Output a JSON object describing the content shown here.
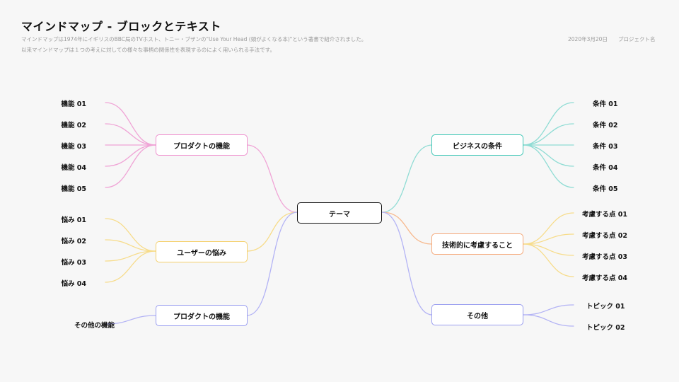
{
  "header": {
    "title": "マインドマップ - ブロックとテキスト",
    "desc1": "マインドマップは1974年にイギリスのBBC局のTVホスト、トニー・ブザンの\"Use Your Head (頭がよくなる本)\"という著書で紹介されました。",
    "desc2": "以来マインドマップは１つの考えに対しての様々な事柄の関係性を表現するのによく用いられる手法です。",
    "date": "2020年3月20日",
    "project": "プロジェクト名"
  },
  "center": {
    "label": "テーマ"
  },
  "colors": {
    "pink": "#f0a4d6",
    "yellow": "#f7dc8a",
    "lavender": "#b3b3f5",
    "teal": "#8fdcd4",
    "orange": "#f7b98e",
    "pink_border": "#ef8fce",
    "yellow_border": "#f5d06a",
    "lavender_border": "#9a9ef0",
    "teal_border": "#3fc7b6",
    "orange_border": "#f5a878"
  },
  "branches": {
    "product_features": {
      "label": "プロダクトの機能",
      "items": [
        "機能 01",
        "機能 02",
        "機能 03",
        "機能 04",
        "機能 05"
      ]
    },
    "user_pains": {
      "label": "ユーザーの悩み",
      "items": [
        "悩み 01",
        "悩み 02",
        "悩み 03",
        "悩み 04"
      ]
    },
    "product_other": {
      "label": "プロダクトの機能",
      "items": [
        "その他の機能"
      ]
    },
    "business": {
      "label": "ビジネスの条件",
      "items": [
        "条件 01",
        "条件 02",
        "条件 03",
        "条件 04",
        "条件 05"
      ]
    },
    "tech": {
      "label": "技術的に考慮すること",
      "items": [
        "考慮する点 01",
        "考慮する点 02",
        "考慮する点 03",
        "考慮する点 04"
      ]
    },
    "other": {
      "label": "その他",
      "items": [
        "トピック 01",
        "トピック 02"
      ]
    }
  }
}
